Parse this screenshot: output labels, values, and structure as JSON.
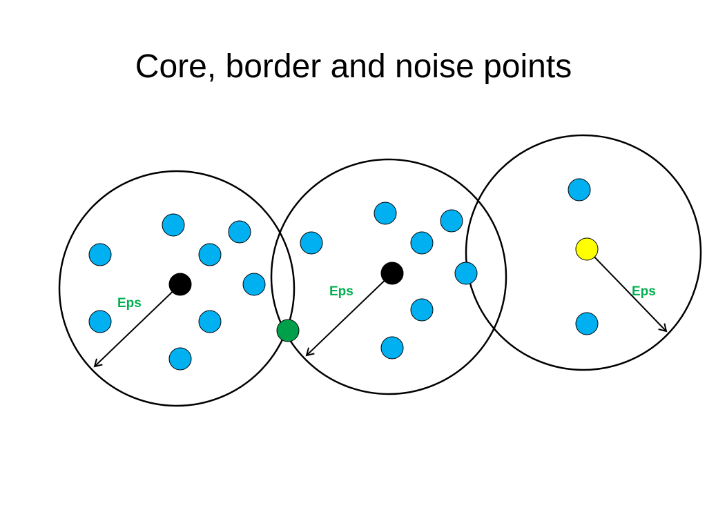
{
  "slide": {
    "title": "Core, border and noise points"
  },
  "labels": {
    "eps_left": "Eps",
    "eps_middle": "Eps",
    "eps_right": "Eps"
  },
  "colors": {
    "neighbor_point": "#00b0f0",
    "core_point": "#000000",
    "border_point": "#00a04a",
    "noise_point": "#ffff00",
    "eps_label": "#00b050",
    "outline": "#000000"
  },
  "point_roles": {
    "left_center": "core",
    "middle_center": "core",
    "shared_point": "border",
    "right_center": "noise"
  }
}
